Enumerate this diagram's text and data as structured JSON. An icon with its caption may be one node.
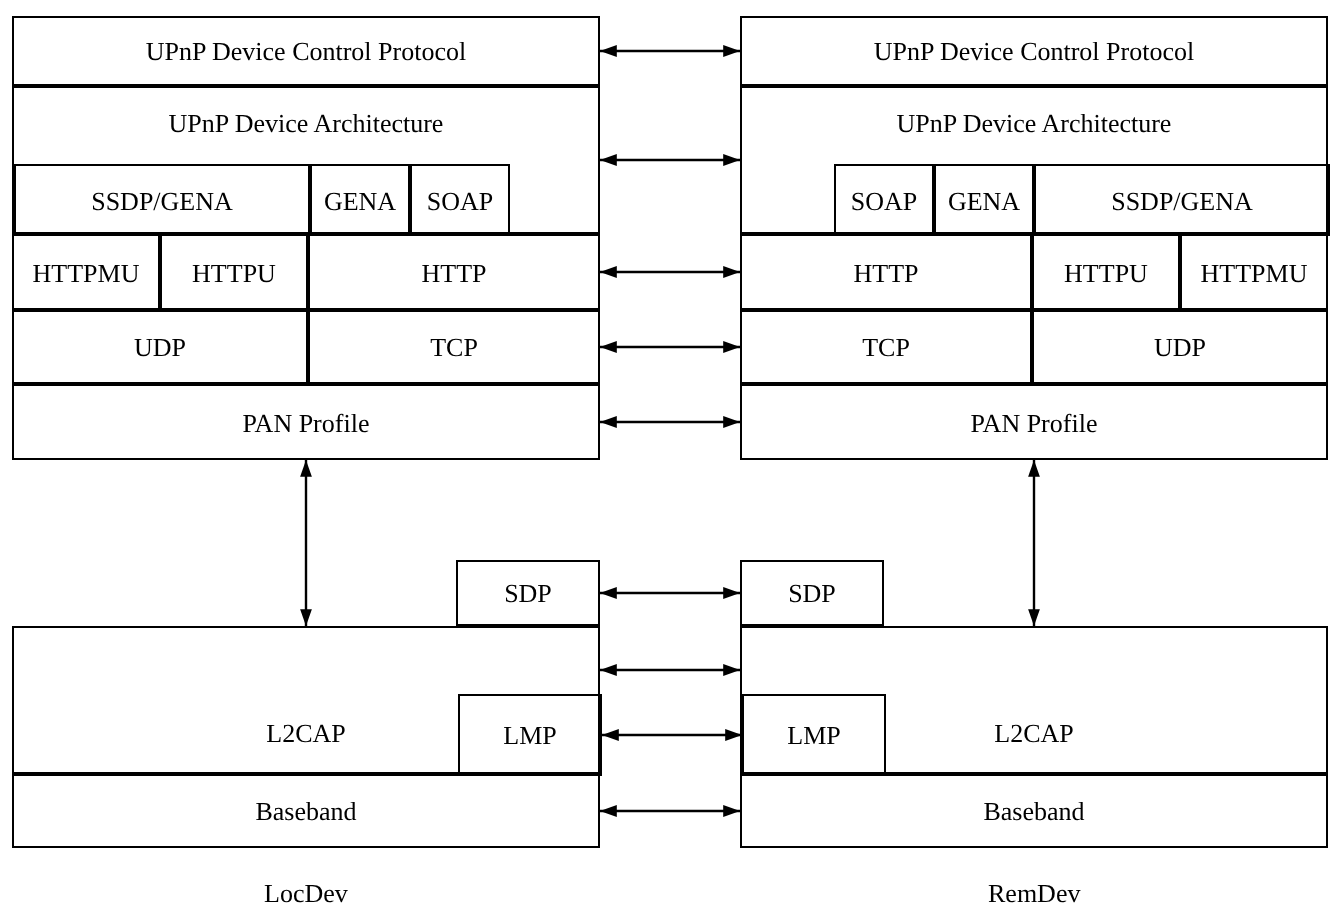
{
  "diagram": {
    "nodes": [
      {
        "text": [
          "UPnP Device Control Protocol"
        ]
      },
      {
        "text": [
          "UPnP Device Architecture"
        ]
      },
      {
        "text": [
          "SSDP/GENA"
        ],
        "in": 1
      },
      {
        "text": [
          "GENA"
        ],
        "in": 1
      },
      {
        "text": [
          "SOAP"
        ],
        "in": 1
      },
      {
        "text": [
          "HTTPMU"
        ]
      },
      {
        "text": [
          "HTTPU"
        ]
      },
      {
        "text": [
          "HTTP"
        ]
      },
      {
        "text": [
          "UDP"
        ]
      },
      {
        "text": [
          "TCP"
        ]
      },
      {
        "text": [
          "PAN Profile"
        ]
      },
      {
        "text": [
          "UPnP Device Control Protocol"
        ]
      },
      {
        "text": [
          "UPnP Device Architecture"
        ]
      },
      {
        "text": [
          "SOAP"
        ],
        "in": 12
      },
      {
        "text": [
          "GENA"
        ],
        "in": 12
      },
      {
        "text": [
          "SSDP/GENA"
        ],
        "in": 12
      },
      {
        "text": [
          "HTTP"
        ]
      },
      {
        "text": [
          "HTTPU"
        ]
      },
      {
        "text": [
          "HTTPMU"
        ]
      },
      {
        "text": [
          "TCP"
        ]
      },
      {
        "text": [
          "UDP"
        ]
      },
      {
        "text": [
          "PAN Profile"
        ]
      },
      {
        "text": [
          "SDP"
        ]
      },
      {
        "text": [
          "L2CAP"
        ]
      },
      {
        "text": [
          "LMP"
        ],
        "in": 23
      },
      {
        "text": [
          "Baseband"
        ]
      },
      {
        "text": [
          "SDP"
        ]
      },
      {
        "text": [
          "L2CAP"
        ]
      },
      {
        "text": [
          "LMP"
        ],
        "in": 27
      },
      {
        "text": [
          "Baseband"
        ]
      }
    ],
    "edges": [
      {
        "from": 0,
        "to": 11,
        "arrow": "both"
      },
      {
        "from": 1,
        "to": 12,
        "arrow": "both"
      },
      {
        "from": 7,
        "to": 16,
        "arrow": "both"
      },
      {
        "from": 9,
        "to": 19,
        "arrow": "both"
      },
      {
        "from": 10,
        "to": 21,
        "arrow": "both"
      },
      {
        "from": 10,
        "to": 23,
        "arrow": "both"
      },
      {
        "from": 21,
        "to": 27,
        "arrow": "both"
      },
      {
        "from": 22,
        "to": 26,
        "arrow": "both"
      },
      {
        "from": 23,
        "to": 27,
        "arrow": "both"
      },
      {
        "from": 24,
        "to": 28,
        "arrow": "both"
      },
      {
        "from": 25,
        "to": 29,
        "arrow": "both"
      }
    ],
    "labels": [
      "LocDev",
      "RemDev"
    ]
  }
}
